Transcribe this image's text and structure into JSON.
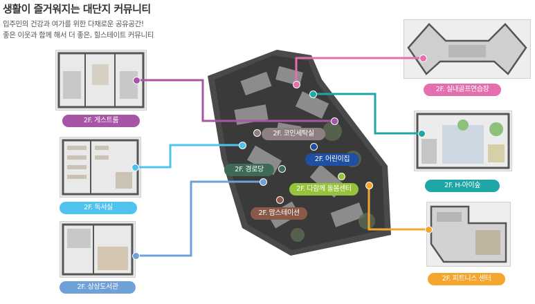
{
  "header": {
    "title": "생활이 즐거워지는 대단지 커뮤니티",
    "subtitle_line1": "입주민의 건강과 여가를 위한 다채로운 공유공간!",
    "subtitle_line2": "좋은 이웃과 함께 해서 더 좋은, 힐스테이트 커뮤니티"
  },
  "facilities": {
    "guesthouse": {
      "label": "2F. 게스트룸",
      "color": "#a755a5"
    },
    "reading_room": {
      "label": "2F. 독서실",
      "color": "#4fc3ee"
    },
    "library": {
      "label": "2F. 상상도서관",
      "color": "#6fa0d6"
    },
    "golf": {
      "label": "2F. 실내골프연습장",
      "color": "#e46fae"
    },
    "h_forest": {
      "label": "2F. H-아이숲",
      "color": "#1fa7a7"
    },
    "fitness": {
      "label": "2F. 피트니스 센터",
      "color": "#f3a52e"
    },
    "coin_laundry": {
      "label": "2F. 코인세탁실",
      "color": "#8d7f84"
    },
    "daycare": {
      "label": "2F. 어린이집",
      "color": "#1f4fa0"
    },
    "senior_center": {
      "label": "2F. 경로당",
      "color": "#3e6b55"
    },
    "care_center": {
      "label": "2F. 다함께 돌봄센터",
      "color": "#97c23c"
    },
    "moms_station": {
      "label": "2F. 맘스테이션",
      "color": "#8a5a48"
    }
  }
}
